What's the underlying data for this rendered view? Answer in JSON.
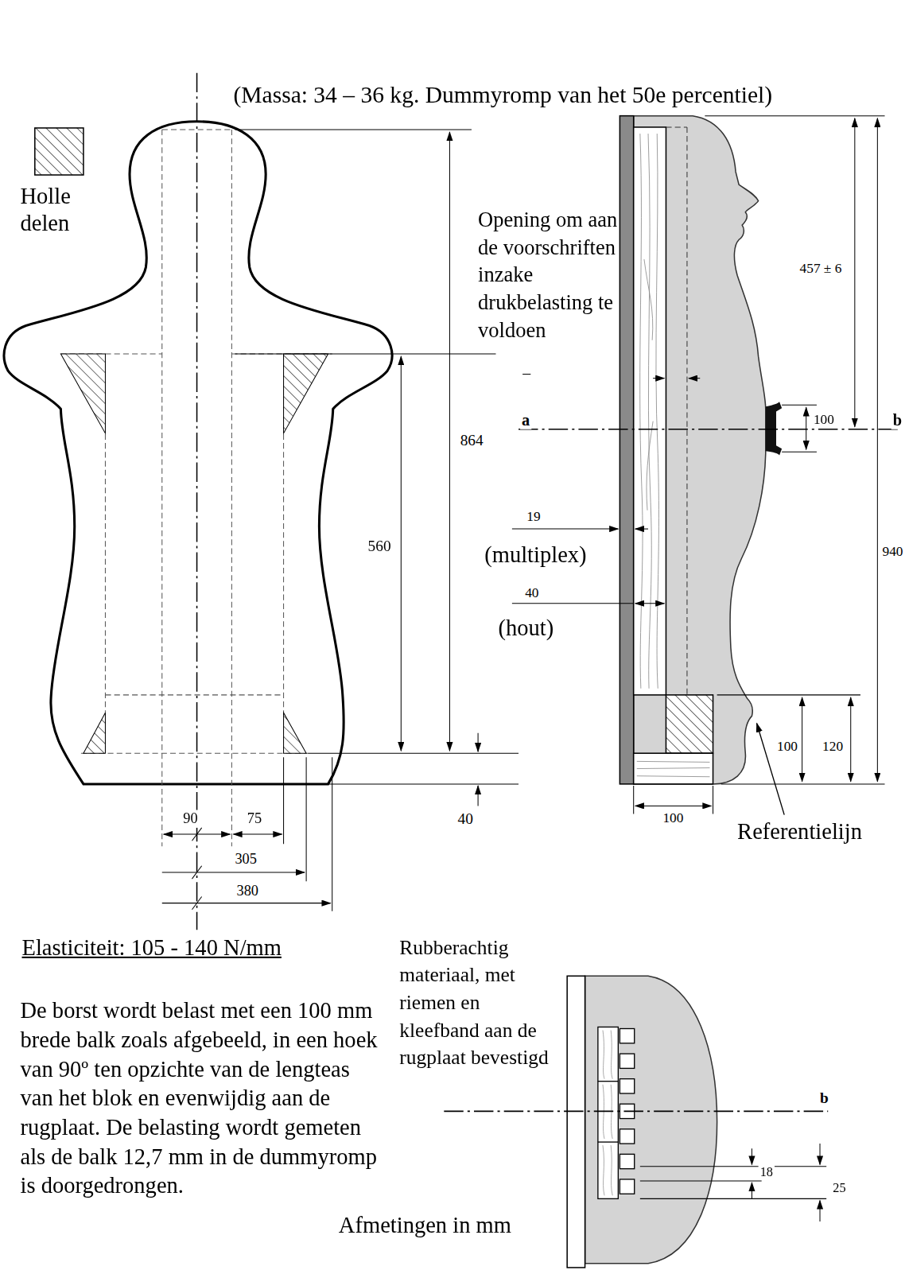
{
  "diagram": {
    "title": "(Massa: 34 – 36 kg. Dummyromp van het 50e percentiel)",
    "labels": [
      "Opening om aan de voorschriften inzake drukbelasting te voldoen",
      "457 ± 6",
      "a",
      "100",
      "b",
      "864",
      "19",
      "(multiplex)",
      "560",
      "940",
      "40",
      "(hout)",
      "100",
      "120",
      "40",
      "90",
      "75",
      "100",
      "Referentielijn",
      "305",
      "380",
      "Elasticiteit: 105 - 140 N/mm",
      "De borst wordt belast met een 100 mm brede balk zoals afgebeeld, in een hoek van 90º ten opzichte van de lengteas van het blok en evenwijdig aan de rugplaat. De belasting wordt gemeten als de balk 12,7 mm in de dummyromp is doorgedrongen.",
      "Rubberachtig materiaal, met riemen en kleefband aan de rugplaat bevestigd",
      "b",
      "18",
      "25",
      "Afmetingen in mm"
    ],
    "legend": [
      {
        "text": "Holle delen"
      }
    ]
  }
}
